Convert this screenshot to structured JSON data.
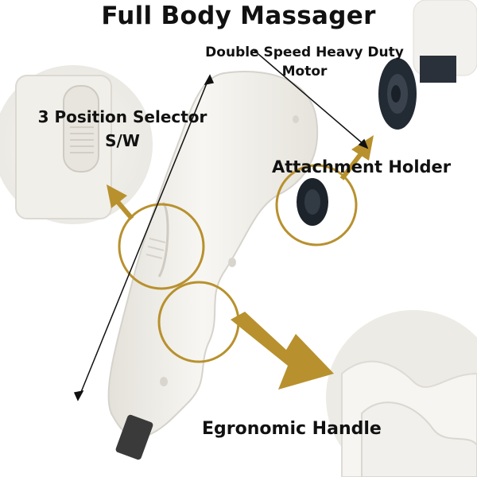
{
  "title": "Full Body Massager",
  "labels": {
    "motor": [
      "Double Speed Heavy Duty",
      "Motor"
    ],
    "selector": [
      "3 Position Selector",
      "S/W"
    ],
    "holder": "Attachment Holder",
    "handle": "Egronomic Handle"
  },
  "colors": {
    "accent_gold": "#b8912e",
    "body_white": "#f3f1ec",
    "outline_grey": "#d6d3cc",
    "attachment_dark": "#222a33",
    "text": "#111111"
  },
  "icons": [
    "arrow-icon",
    "circle-highlight-icon"
  ]
}
